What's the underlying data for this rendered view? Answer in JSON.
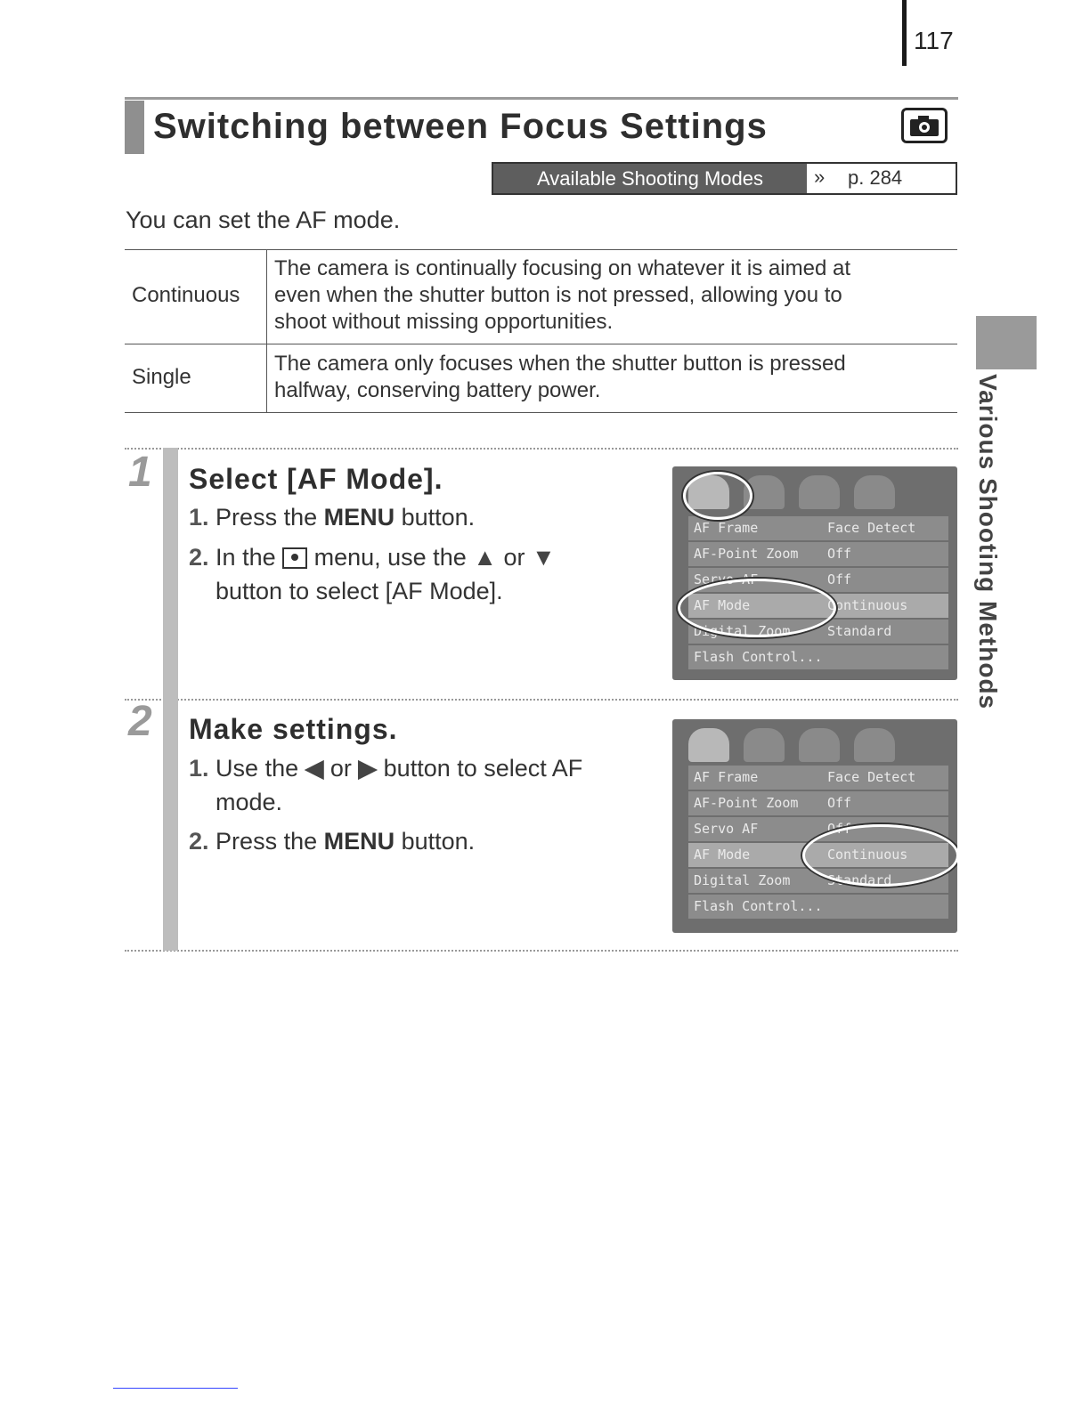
{
  "page_number": "117",
  "title": "Switching between Focus Settings",
  "available_modes": {
    "label": "Available Shooting Modes",
    "arrow": "»",
    "page_ref": "p. 284"
  },
  "intro": "You can set the AF mode.",
  "table": [
    {
      "mode": "Continuous",
      "lines": [
        "The camera is continually focusing on whatever it is aimed at",
        "even when the shutter button is not pressed, allowing you to",
        "shoot without missing opportunities."
      ]
    },
    {
      "mode": "Single",
      "lines": [
        "The camera only focuses when the shutter button is pressed",
        "halfway, conserving battery power."
      ]
    }
  ],
  "side_tab": "Various Shooting Methods",
  "steps": [
    {
      "number": "1",
      "heading": "Select [AF Mode].",
      "line1": {
        "num": "1.",
        "pre": "Press the ",
        "bold": "MENU",
        "post": " button."
      },
      "line2": {
        "num": "2.",
        "pre": "In the ",
        "mid": " menu, use the ",
        "arrow1": "▲",
        "or": " or ",
        "arrow2": "▼"
      },
      "line3": "button to select [AF Mode]."
    },
    {
      "number": "2",
      "heading": "Make settings.",
      "line1": {
        "num": "1.",
        "pre": "Use the ",
        "arrow1": "◀",
        "or": " or ",
        "arrow2": "▶",
        "post": " button to select AF"
      },
      "line2": "mode.",
      "line3": {
        "num": "2.",
        "pre": "Press the ",
        "bold": "MENU",
        "post": " button."
      }
    }
  ],
  "screens": [
    {
      "rows": [
        {
          "k": "AF Frame",
          "v": "Face Detect"
        },
        {
          "k": "AF-Point Zoom",
          "v": "Off"
        },
        {
          "k": "Servo AF",
          "v": "Off"
        },
        {
          "k": "AF Mode",
          "v": "Continuous"
        },
        {
          "k": "Digital Zoom",
          "v": "Standard"
        },
        {
          "k": "Flash Control...",
          "v": ""
        }
      ]
    },
    {
      "rows": [
        {
          "k": "AF Frame",
          "v": "Face Detect"
        },
        {
          "k": "AF-Point Zoom",
          "v": "Off"
        },
        {
          "k": "Servo AF",
          "v": "Off"
        },
        {
          "k": "AF Mode",
          "v": "Continuous"
        },
        {
          "k": "Digital Zoom",
          "v": "Standard"
        },
        {
          "k": "Flash Control...",
          "v": ""
        }
      ]
    }
  ]
}
